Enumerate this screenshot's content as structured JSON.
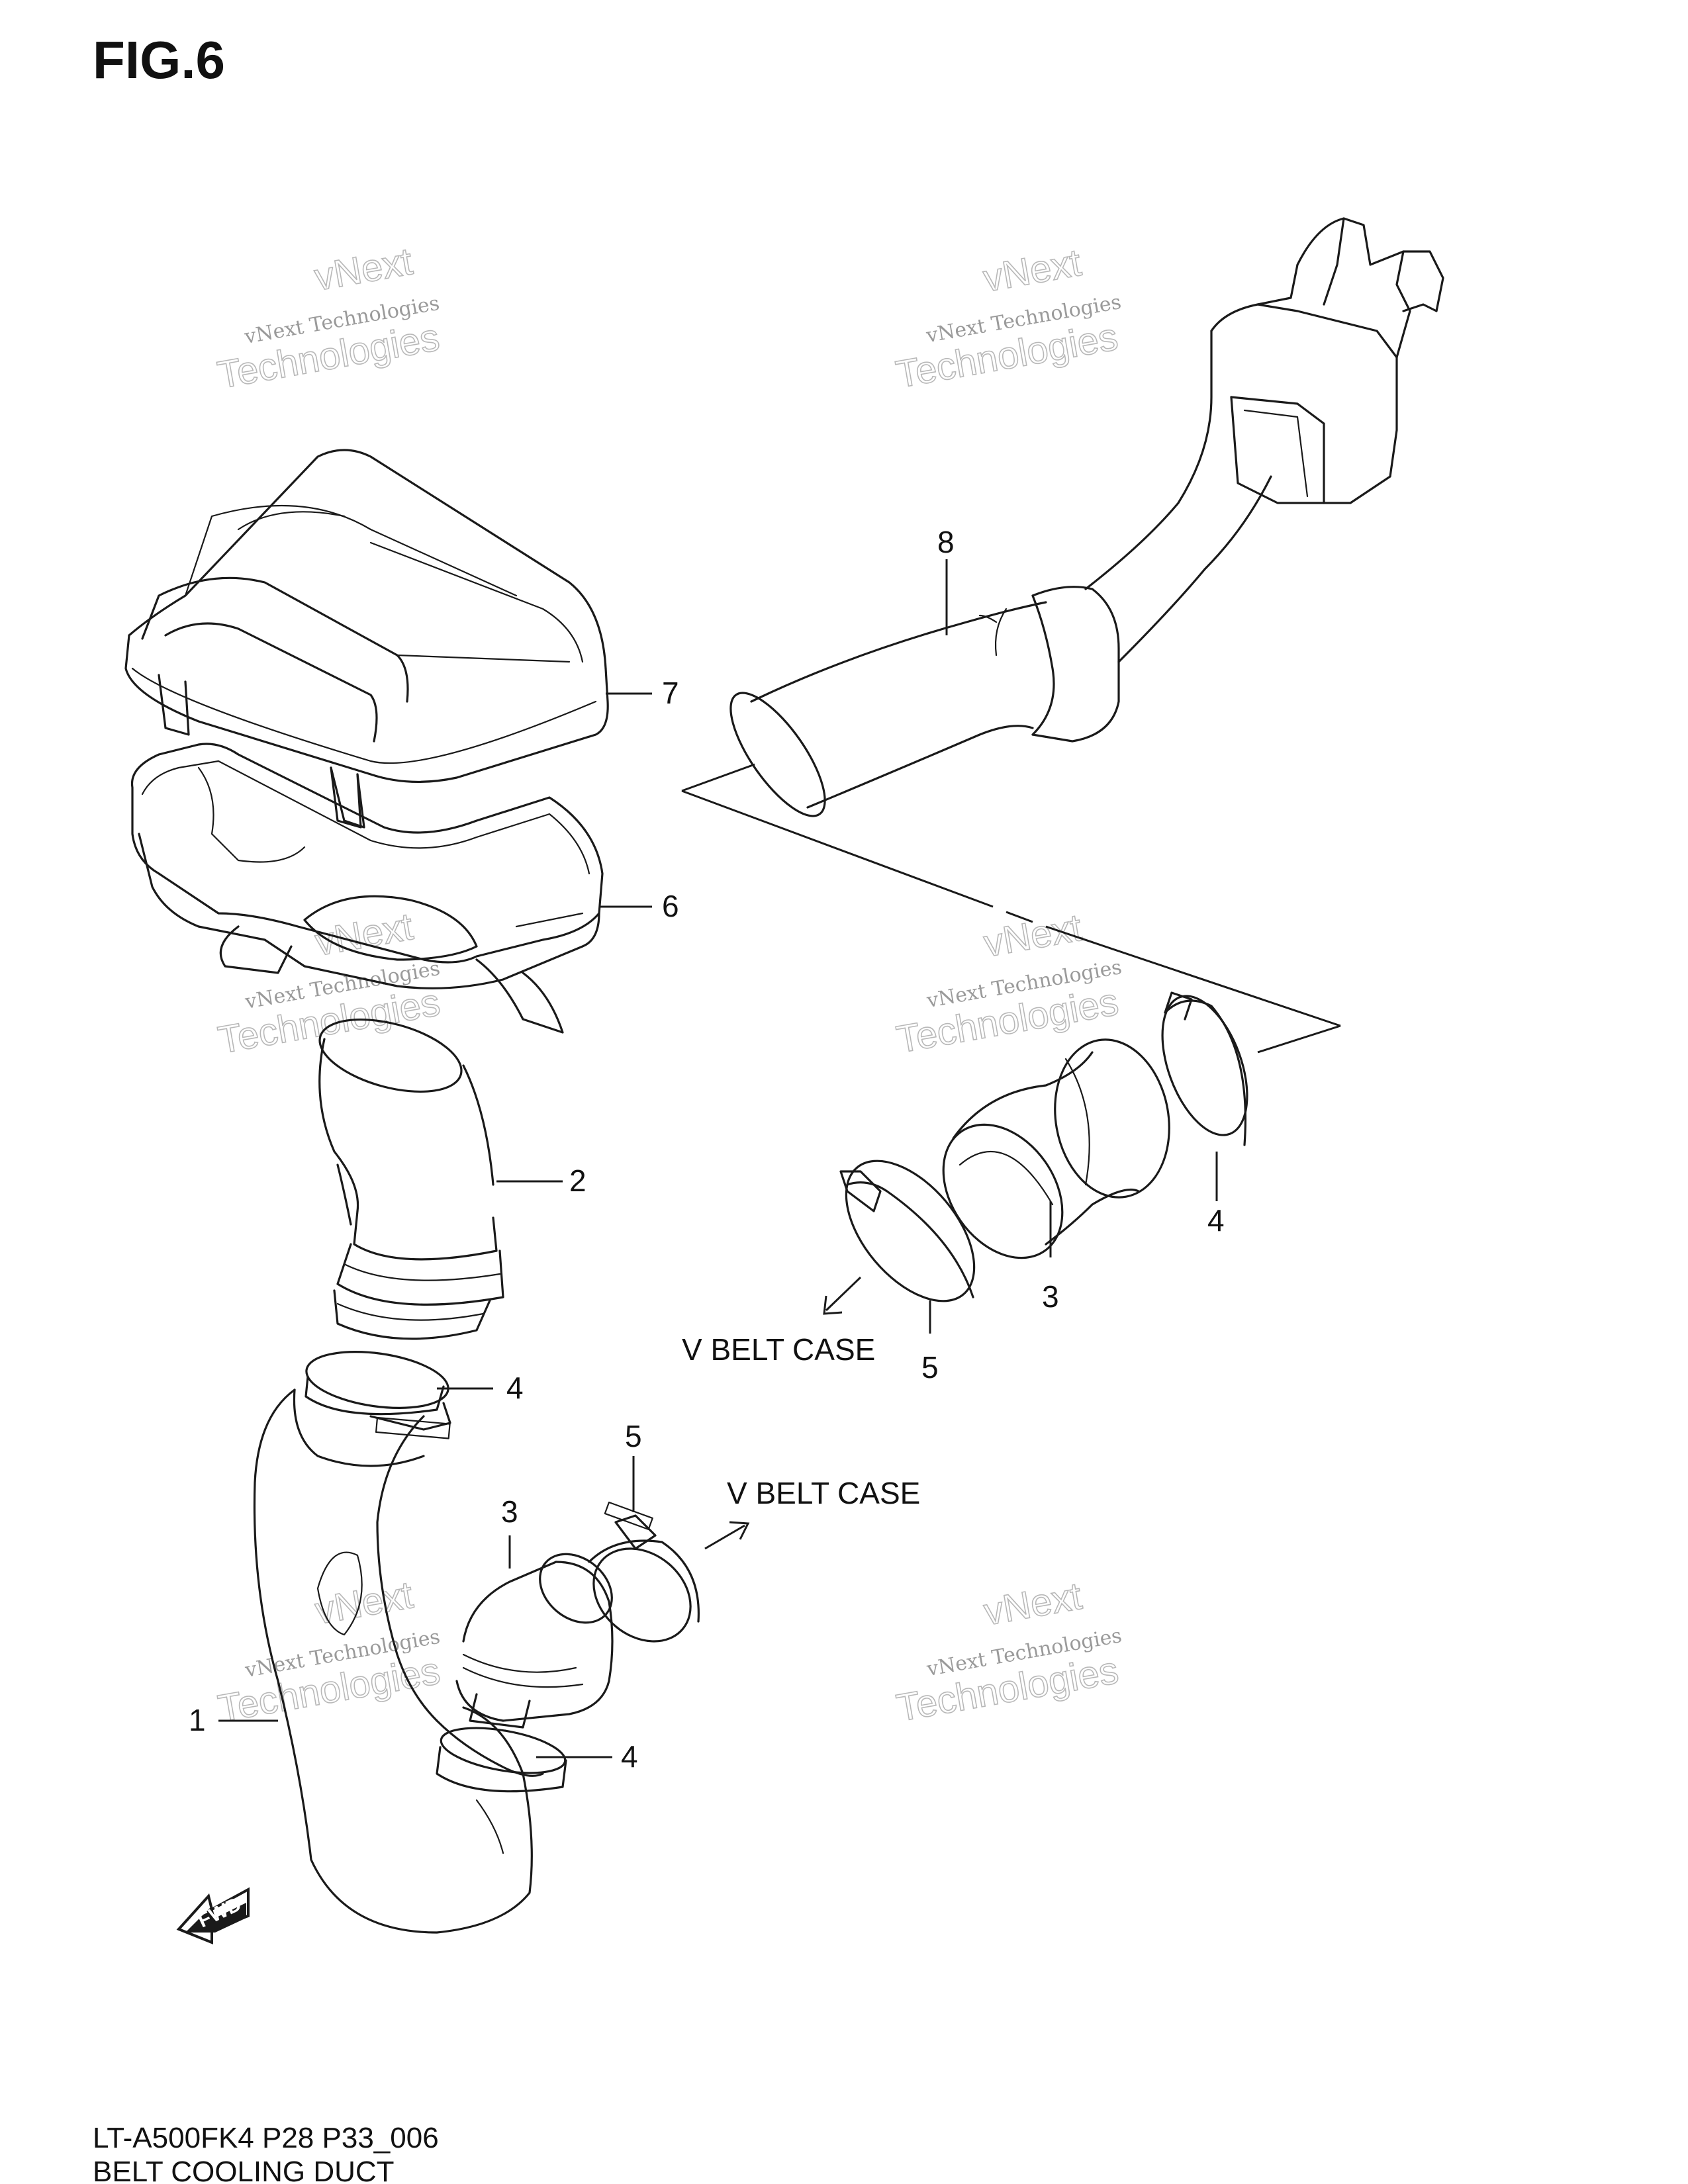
{
  "figure": {
    "title": "FIG.6"
  },
  "callouts": {
    "c1": "1",
    "c2": "2",
    "c3a": "3",
    "c3b": "3",
    "c4a": "4",
    "c4b": "4",
    "c4c": "4",
    "c5a": "5",
    "c5b": "5",
    "c6": "6",
    "c7": "7",
    "c8": "8"
  },
  "labels": {
    "vbelt_a": "V BELT CASE",
    "vbelt_b": "V BELT CASE",
    "fwd": "FWD"
  },
  "footer": {
    "model_code": "LT-A500FK4  P28  P33_006",
    "section_name": "BELT COOLING DUCT"
  },
  "watermark": {
    "line1": "vNext Technologies",
    "line2": "vNext",
    "line3": "Technologies"
  }
}
